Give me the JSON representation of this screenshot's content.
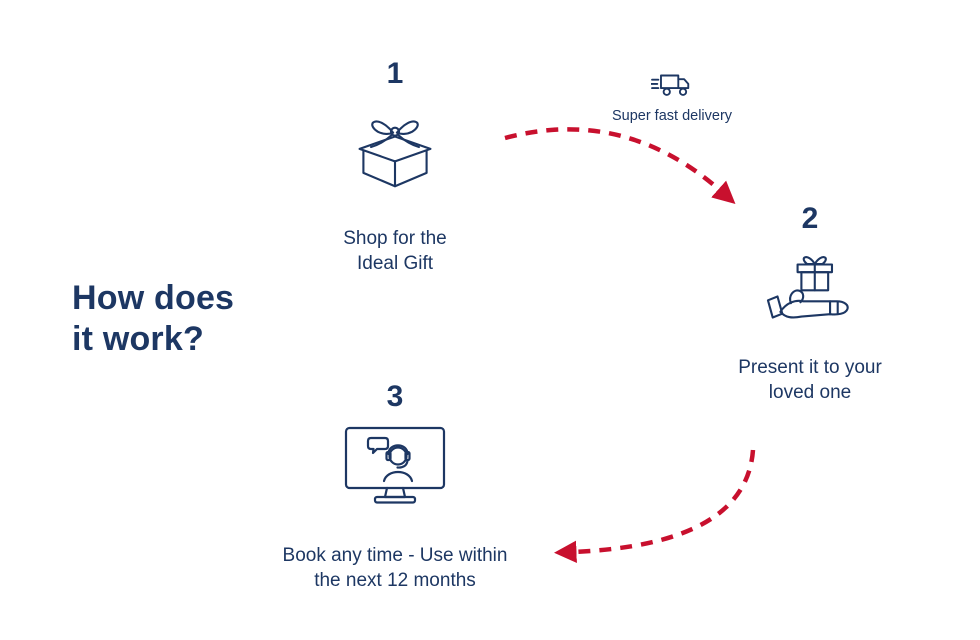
{
  "colors": {
    "navy": "#1d3763",
    "red": "#c8102e",
    "background": "#ffffff"
  },
  "title": {
    "line1": "How does",
    "line2": "it work?"
  },
  "delivery": {
    "label": "Super fast delivery",
    "icon": "delivery-truck-icon"
  },
  "steps": [
    {
      "number": "1",
      "line1": "Shop for the",
      "line2": "Ideal Gift",
      "icon": "gift-box-icon"
    },
    {
      "number": "2",
      "line1": "Present it to your",
      "line2": "loved one",
      "icon": "hand-holding-gift-icon"
    },
    {
      "number": "3",
      "line1": "Book any time - Use within",
      "line2": "the next 12 months",
      "icon": "support-monitor-icon"
    }
  ],
  "arrows": [
    {
      "name": "arrow-step1-to-step2",
      "style": "dashed",
      "color": "#c8102e"
    },
    {
      "name": "arrow-step2-to-step3",
      "style": "dashed",
      "color": "#c8102e"
    }
  ]
}
